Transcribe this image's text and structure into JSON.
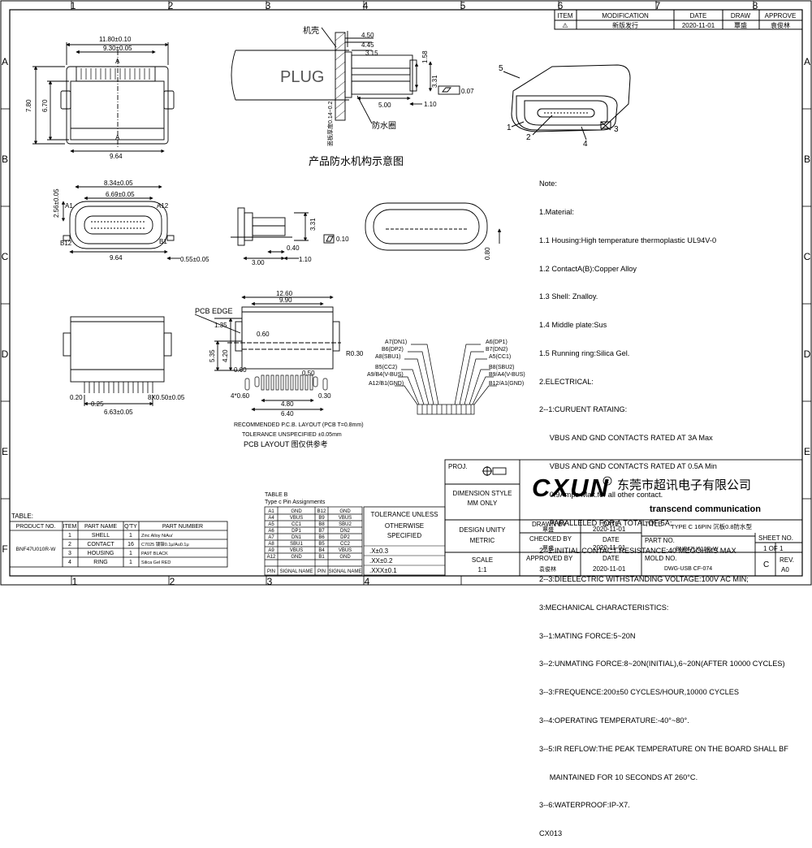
{
  "frame": {
    "col_labels": [
      "1",
      "2",
      "3",
      "4",
      "5",
      "6",
      "7",
      "8"
    ],
    "row_labels": [
      "A",
      "B",
      "C",
      "D",
      "E",
      "F"
    ]
  },
  "revision": {
    "headers": [
      "ITEM",
      "MODIFICATION",
      "DATE",
      "DRAW",
      "APPROVE"
    ],
    "row": {
      "item": "⚠",
      "modification": "新版发行",
      "date": "2020-11-01",
      "draw": "覃盛",
      "approve": "袁俊林"
    }
  },
  "views": {
    "top": {
      "d1": "11.80±0.10",
      "d2": "9.30±0.05",
      "d3": "9.64",
      "d4": "7.80",
      "d5": "6.70",
      "sectionA": "A"
    },
    "plug": {
      "plug_label": "PLUG",
      "shell_label": "机壳",
      "seal_label": "防水圈",
      "d1": "4.50",
      "d2": "4.45",
      "d3": "3.15",
      "d4": "1.58",
      "d5": "3.31",
      "d6": "5.00",
      "d7": "1.10",
      "flat": "0.07",
      "side_dim": "面板厚度0.14~0.2",
      "caption": "产品防水机构示意图"
    },
    "front": {
      "a1": "A1",
      "a12": "A12",
      "b1": "B1",
      "b12": "B12",
      "d1": "8.34±0.05",
      "d2": "6.69±0.05",
      "d3": "2.56±0.05",
      "d4": "9.64",
      "d5": "0.55±0.05"
    },
    "side": {
      "d1": "3.31",
      "d2": "0.40",
      "d3": "3.00",
      "d4": "1.10",
      "flat": "0.10"
    },
    "end": {
      "d1": "0.80"
    },
    "bottom": {
      "d1": "0.20",
      "d2": "0.25",
      "d3": "8X0.50±0.05",
      "d4": "6.63±0.05"
    },
    "pcb": {
      "edge": "PCB EDGE",
      "d1": "1.35",
      "d2": "0.60",
      "d3": "5.35",
      "d4": "4.20",
      "d5": "12.60",
      "d6": "9.90",
      "d7": "R0.30",
      "d8": "0.50",
      "d9": "0.60",
      "d10": "4*0.60",
      "d11": "0.30",
      "d12": "4.80",
      "d13": "6.40",
      "rec1": "RECOMMENDED P.C.B. LAYOUT (PCB T=0.8mm)",
      "rec2": "TOLERANCE UNSPECIFIED ±0.05mm",
      "rec3": "PCB LAYOUT 图仅供参考"
    },
    "pinout": {
      "left": [
        "A7(DN1)",
        "B6(DP2)",
        "A8(SBU1)",
        "B5(CC2)",
        "A9/B4(V-BUS)",
        "A12/B1(GND)"
      ],
      "right": [
        "A6(DP1)",
        "B7(DN2)",
        "A5(CC1)",
        "B8(SBU2)",
        "B9/A4(V-BUS)",
        "B12/A1(GND)"
      ]
    },
    "iso": {
      "l1": "1",
      "l2": "2",
      "l3": "3",
      "l4": "4",
      "l5": "5"
    }
  },
  "notes": [
    "Note:",
    "1.Material:",
    "1.1 Housing:High temperature thermoplastic UL94V-0",
    "1.2 ContactA(B):Copper Alloy",
    "1.3 Shell: Znalloy.",
    "1.4 Middle plate:Sus",
    "1.5 Running ring:Silica Gel.",
    "2.ELECTRICAL:",
    "2--1:CURUENT RATAING:",
    "     VBUS AND GND CONTACTS RATED AT 3A Max",
    "     VBUS AND GND CONTACTS RATED AT 0.5A Min",
    "     0.9Amps Max.for all other contact.",
    "     PARALLELED FOR A TOTAL OF 5A;",
    "2--2:INITIAL CONTACT RESISTANCE:40 MEGOHMS MAX",
    "2--3:DIEELECTRIC WITHSTANDING VOLTAGE:100V AC MIN;",
    "3:MECHANICAL CHARACTERISTICS:",
    "3--1:MATING FORCE:5~20N",
    "3--2:UNMATING FORCE:8~20N(INITIAL),6~20N(AFTER 10000 CYCLES)",
    "3--3:FREQUENCE:200±50 CYCLES/HOUR,10000 CYCLES",
    "3--4:OPERATING TEMPERATURE:-40°~80°.",
    "3--5:IR REFLOW:THE PEAK TEMPERATURE ON THE BOARD SHALL BF",
    "     MAINTAINED FOR 10 SECONDS AT 260°C.",
    "3--6:WATERPROOF:IP-X7.",
    "CX013"
  ],
  "parts_table": {
    "title": "TABLE:",
    "headers": [
      "PRODUCT NO.",
      "ITEM",
      "PART NAME",
      "Q'TY",
      "PART NUMBER"
    ],
    "product_no": "BNF47U010R-W",
    "rows": [
      {
        "item": "1",
        "name": "SHELL",
        "qty": "1",
        "pn": "Zinc Alloy NiAu/"
      },
      {
        "item": "2",
        "name": "CONTACT",
        "qty": "16",
        "pn": "C7025 镀镍0.1μ/Au0.1μ"
      },
      {
        "item": "3",
        "name": "HOUSING",
        "qty": "1",
        "pn": "PA9T BLACK"
      },
      {
        "item": "4",
        "name": "RING",
        "qty": "1",
        "pn": "Silica Gel RED"
      }
    ]
  },
  "pin_table": {
    "title": "TABLE B",
    "subtitle": "Type c Pin Assignments",
    "headers": [
      "PIN",
      "SIGNAL NAME",
      "PIN",
      "SIGNAL NAME"
    ],
    "rows": [
      [
        "A1",
        "GND",
        "B12",
        "GND"
      ],
      [
        "A4",
        "VBUS",
        "B9",
        "VBUS"
      ],
      [
        "A5",
        "CC1",
        "B8",
        "SBU2"
      ],
      [
        "A6",
        "DP1",
        "B7",
        "DN2"
      ],
      [
        "A7",
        "DN1",
        "B6",
        "DP2"
      ],
      [
        "A8",
        "SBU1",
        "B5",
        "CC2"
      ],
      [
        "A9",
        "VBUS",
        "B4",
        "VBUS"
      ],
      [
        "A12",
        "GND",
        "B1",
        "GND"
      ]
    ]
  },
  "title_block": {
    "proj": "PROJ.",
    "dim_style_1": "DIMENSION STYLE",
    "dim_style_2": "MM ONLY",
    "design_unity_1": "DESIGN UNITY",
    "design_unity_2": "METRIC",
    "scale_label": "SCALE",
    "scale": "1:1",
    "tol_1": "TOLERANCE UNLESS",
    "tol_2": "OTHERWISE",
    "tol_3": "SPECIFIED",
    "tol_x0": ".X±0.3",
    "tol_x1": ".XX±0.2",
    "tol_x2": ".XXX±0.1",
    "logo": "CXUN",
    "company_cn": "东莞市超讯电子有限公司",
    "company_en": "transcend communication",
    "drawn_by_label": "DRAWN BY",
    "drawn_by": "覃盛",
    "checked_by_label": "CHECKED BY",
    "checked_by": "覃盛",
    "approved_by_label": "APPROVED BY",
    "approved_by": "袁俊林",
    "date_label": "DATE",
    "date": "2020-11-01",
    "title_label": "TITLE",
    "title": "TYPE C 16PIN 沉板0.8防水型",
    "part_no_label": "PART NO.",
    "part_no": "BNF47U010R-W",
    "mold_no_label": "MOLD NO.",
    "mold_no": "DWG-USB CF-074",
    "sheet_no_label": "SHEET NO.",
    "sheet": "1 OF 1",
    "c": "C",
    "rev_label": "REV.",
    "rev": "A0"
  }
}
